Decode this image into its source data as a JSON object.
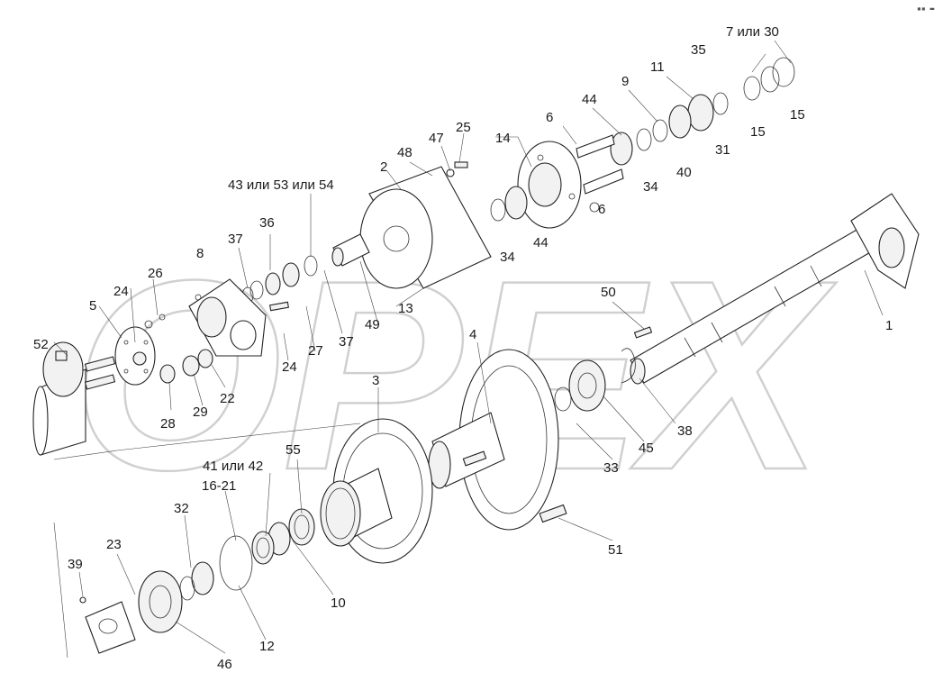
{
  "corner_mark": "▪▪ ▬",
  "watermark": "OPEX",
  "labels": [
    "7 или 30",
    "35",
    "11",
    "9",
    "44",
    "6",
    "25",
    "47",
    "48",
    "14",
    "2",
    "43 или 53 или 54",
    "36",
    "37",
    "8",
    "26",
    "24",
    "5",
    "52",
    "15",
    "15",
    "31",
    "40",
    "34",
    "6",
    "44",
    "34",
    "13",
    "49",
    "37",
    "27",
    "24",
    "22",
    "29",
    "28",
    "50",
    "1",
    "4",
    "3",
    "38",
    "45",
    "33",
    "55",
    "41 или 42",
    "16-21",
    "32",
    "23",
    "39",
    "10",
    "12",
    "46",
    "51"
  ]
}
